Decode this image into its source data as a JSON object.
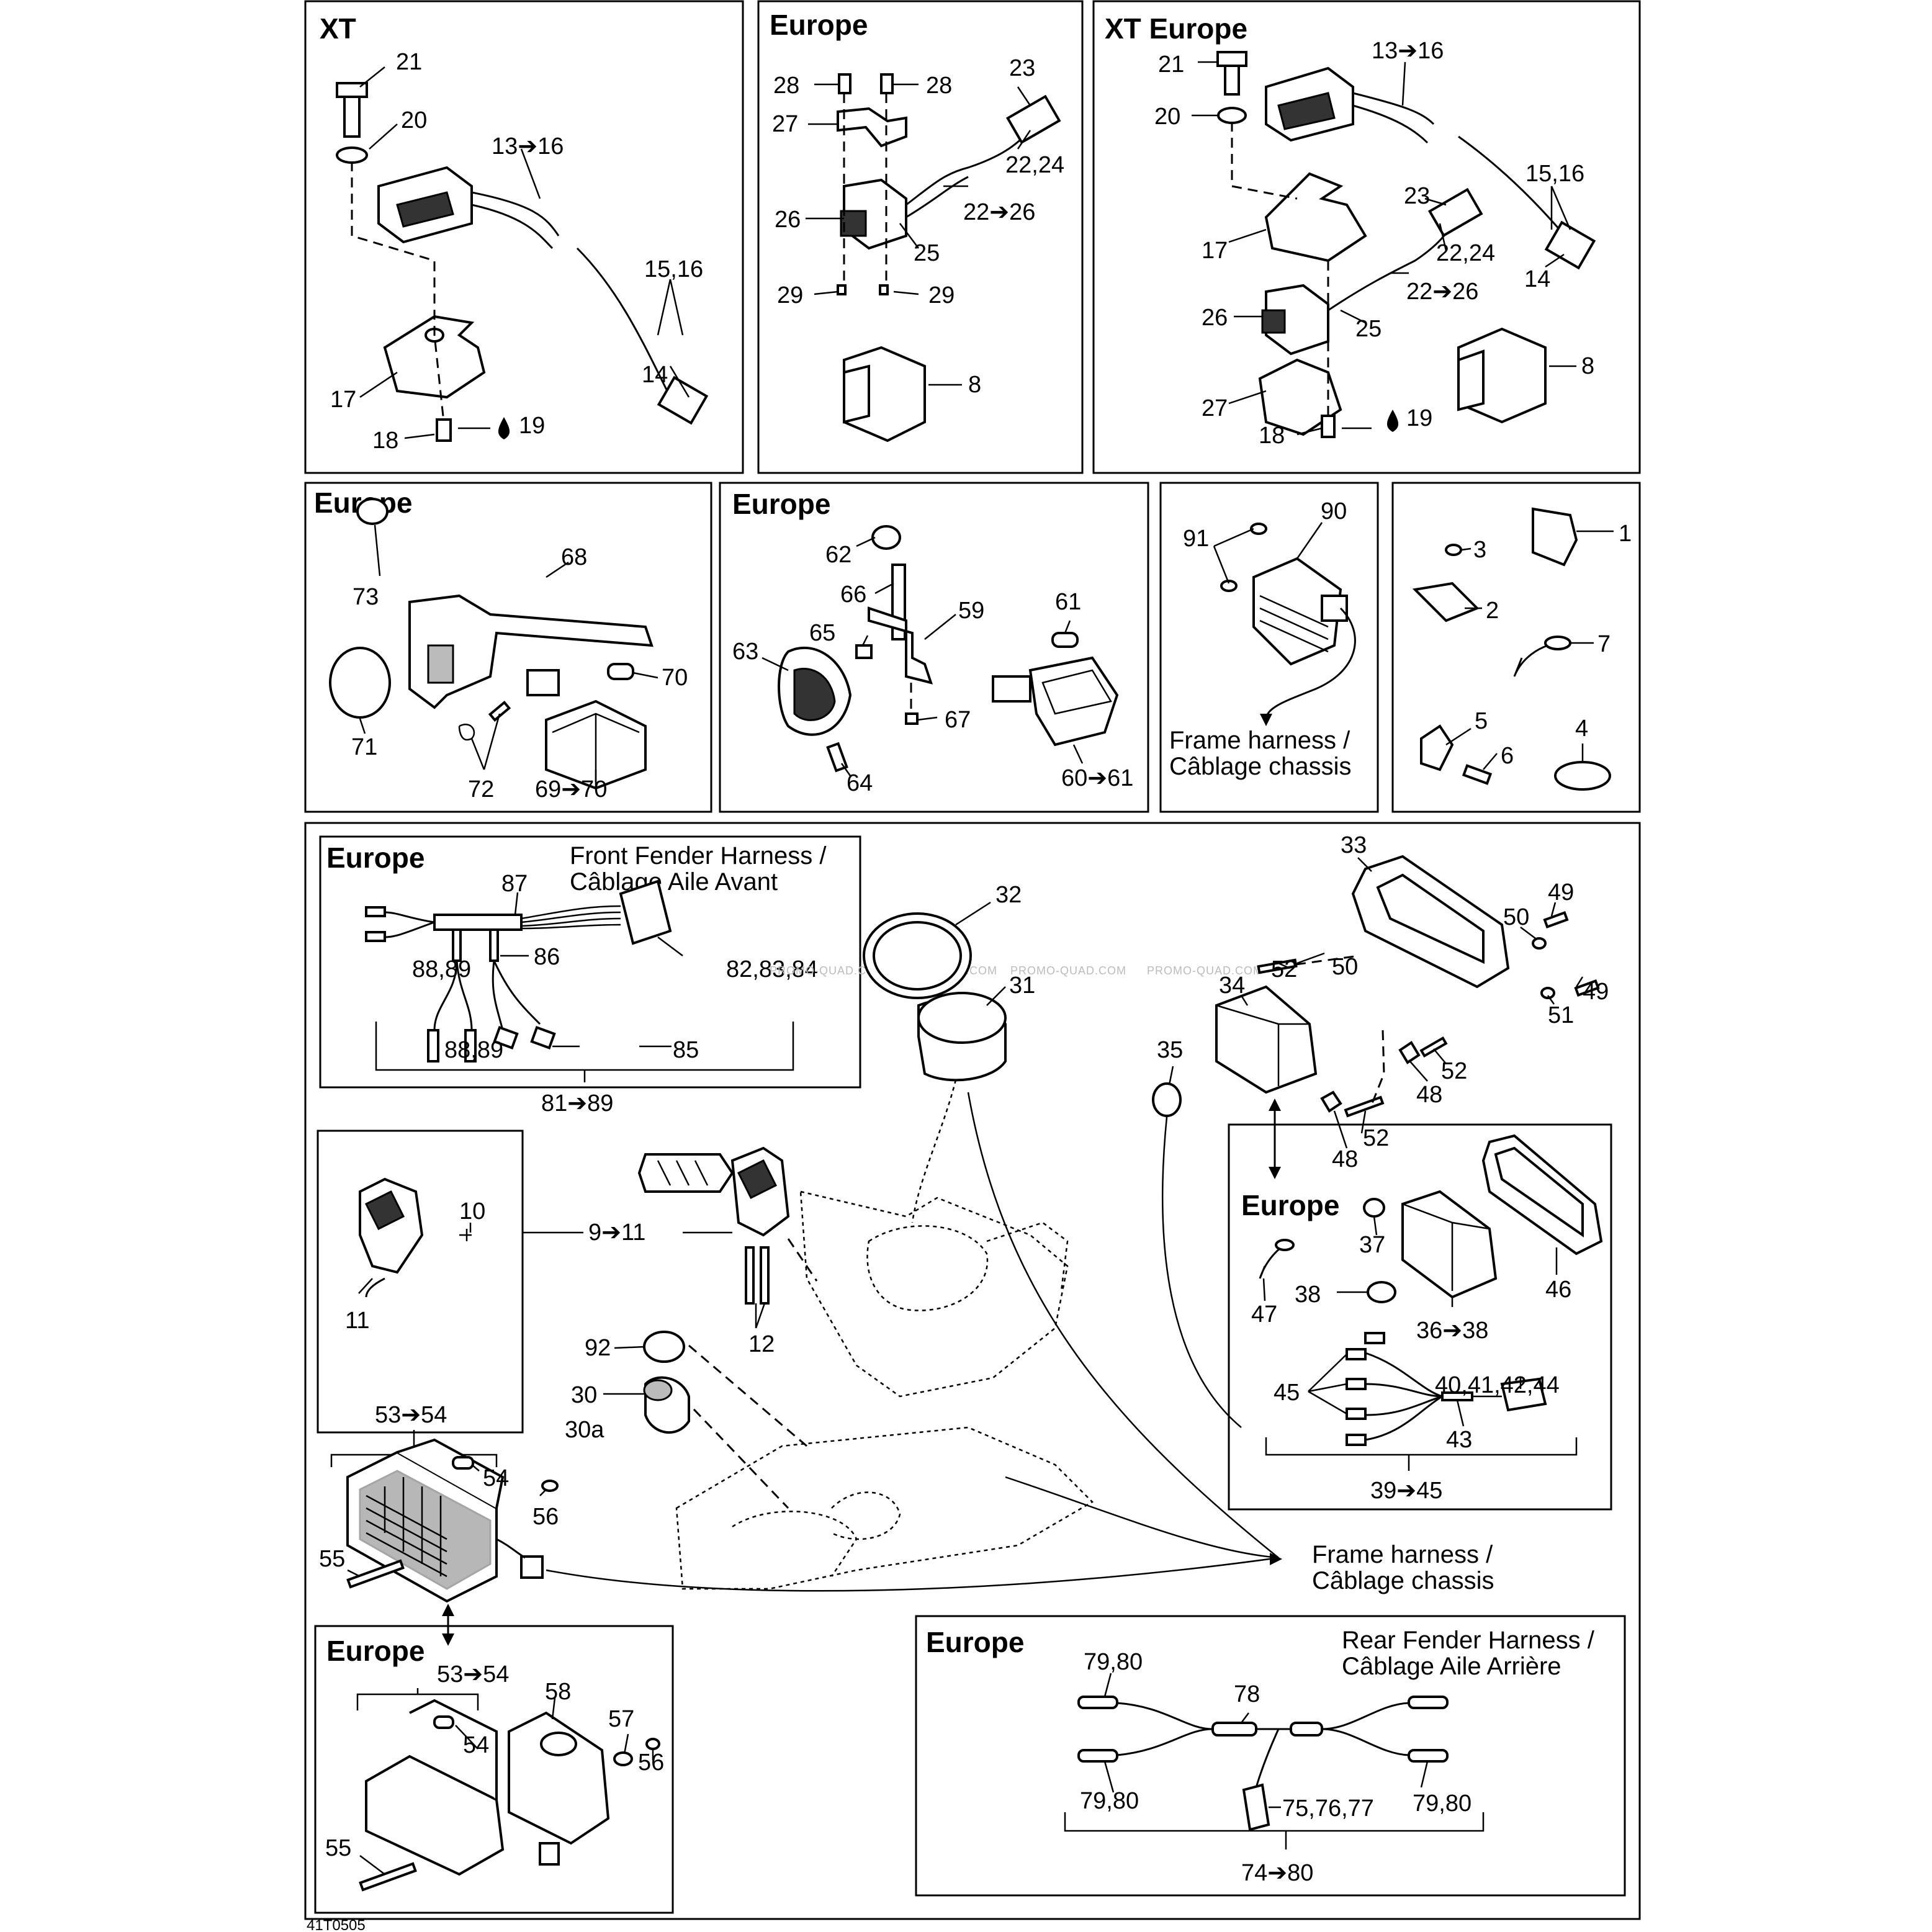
{
  "titles": {
    "xt": "XT",
    "europe": "Europe",
    "xt_europe": "XT Europe"
  },
  "notes": {
    "frame_harness": "Frame harness /",
    "frame_harness_fr": "Câblage chassis",
    "front_fender": "Front Fender Harness /",
    "front_fender_fr": "Câblage Aile Avant",
    "rear_fender": "Rear Fender Harness /",
    "rear_fender_fr": "Câblage Aile Arrière"
  },
  "labels": {
    "p1": "1",
    "p2": "2",
    "p3": "3",
    "p4": "4",
    "p5": "5",
    "p6": "6",
    "p7": "7",
    "p8": "8",
    "p9_11": "9➔11",
    "p10": "10",
    "p11": "11",
    "p12": "12",
    "p13_16": "13➔16",
    "p14": "14",
    "p15_16": "15,16",
    "p17": "17",
    "p18": "18",
    "p19": "19",
    "p20": "20",
    "p21": "21",
    "p22_24": "22,24",
    "p22_26": "22➔26",
    "p23": "23",
    "p25": "25",
    "p26": "26",
    "p27": "27",
    "p28": "28",
    "p29": "29",
    "p30": "30",
    "p30a": "30a",
    "p31": "31",
    "p32": "32",
    "p33": "33",
    "p34": "34",
    "p35": "35",
    "p36_38": "36➔38",
    "p37": "37",
    "p38": "38",
    "p39_45": "39➔45",
    "p40_44": "40,41,42,44",
    "p43": "43",
    "p45": "45",
    "p46": "46",
    "p47": "47",
    "p48": "48",
    "p49": "49",
    "p50": "50",
    "p51": "51",
    "p52": "52",
    "p53_54": "53➔54",
    "p54": "54",
    "p55": "55",
    "p56": "56",
    "p57": "57",
    "p58": "58",
    "p59": "59",
    "p60_61": "60➔61",
    "p61": "61",
    "p62": "62",
    "p63": "63",
    "p64": "64",
    "p65": "65",
    "p66": "66",
    "p67": "67",
    "p68": "68",
    "p69_70": "69➔70",
    "p70": "70",
    "p71": "71",
    "p72": "72",
    "p73": "73",
    "p74_80": "74➔80",
    "p75_77": "75,76,77",
    "p78": "78",
    "p79_80": "79,80",
    "p81_89": "81➔89",
    "p82_84": "82,83,84",
    "p85": "85",
    "p86": "86",
    "p87": "87",
    "p88_89": "88,89",
    "p90": "90",
    "p91": "91",
    "p92": "92"
  },
  "watermark": "PROMO-QUAD.COM",
  "drawing_code": "41T0505",
  "colors": {
    "line": "#000000",
    "background": "#ffffff",
    "watermark": "#bbbbbb"
  },
  "icons": {
    "grease": "drop-icon",
    "arrow": "arrow-right-icon"
  }
}
